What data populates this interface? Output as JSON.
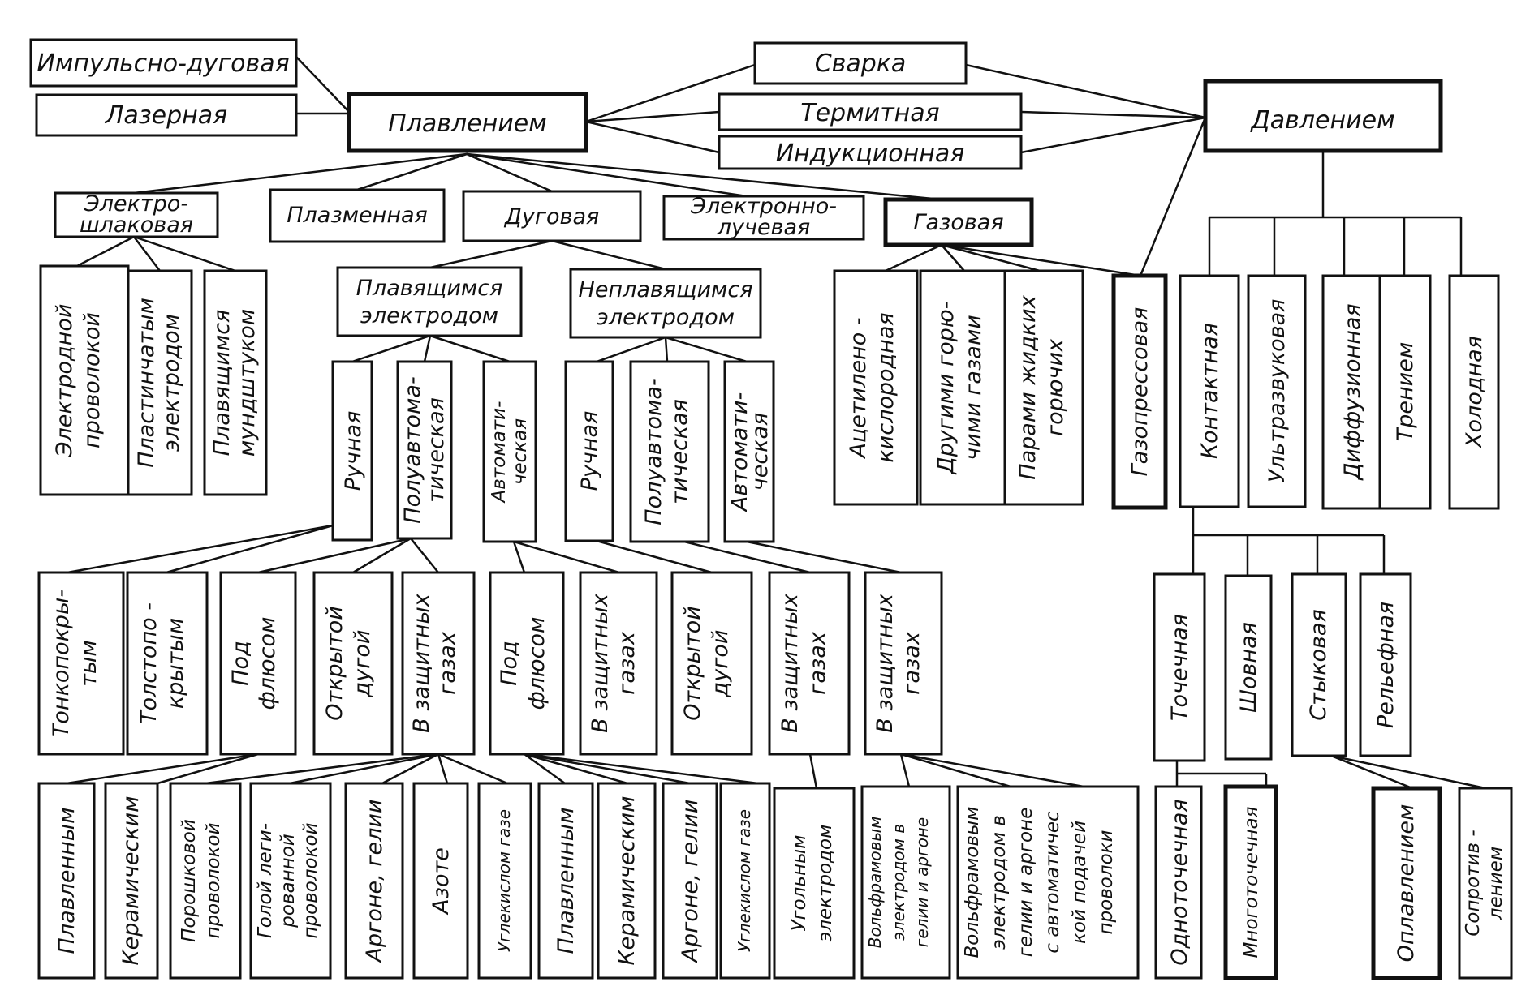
{
  "nodes": {
    "impulse_arc": "Импульсно-дуговая",
    "laser": "Лазерная",
    "fusion": "Плавлением",
    "welding": "Сварка",
    "thermit": "Термитная",
    "induction": "Индукционная",
    "pressure": "Давлением",
    "electroslag": [
      "Электро-",
      "шлаковая"
    ],
    "plasma": "Плазменная",
    "arc": "Дуговая",
    "electron_beam": [
      "Электронно-",
      "лучевая"
    ],
    "gas": "Газовая",
    "electroslag_wire": [
      "Электродной",
      "проволокой"
    ],
    "electroslag_plate": [
      "Пластинчатым",
      "электродом"
    ],
    "electroslag_nozzle": [
      "Плавящимся",
      "мундштуком"
    ],
    "consumable": [
      "Плавящимся",
      "электродом"
    ],
    "nonconsumable": [
      "Неплавящимся",
      "электродом"
    ],
    "c_manual": "Ручная",
    "c_semiauto": [
      "Полуавтома-",
      "тическая"
    ],
    "c_auto": [
      "Автомати-",
      "ческая"
    ],
    "n_manual": "Ручная",
    "n_semiauto": [
      "Полуавтома-",
      "тическая"
    ],
    "n_auto": [
      "Автомати-",
      "ческая"
    ],
    "g_acetylene": [
      "Ацетилено -",
      "кислородная"
    ],
    "g_other": [
      "Другими горю-",
      "чими газами"
    ],
    "g_vapors": [
      "Парами жидких",
      "горючих"
    ],
    "p_gaspress": "Газопрессовая",
    "p_contact": "Контактная",
    "p_ultrasonic": "Ультразвуковая",
    "p_diffusion": "Диффузионная",
    "p_friction": "Трением",
    "p_cold": "Холодная",
    "m3_thin": [
      "Тонкопокры-",
      "тым"
    ],
    "m3_thick": [
      "Толстопо -",
      "крытым"
    ],
    "m3_flux1": [
      "Под",
      "флюсом"
    ],
    "m3_open1": [
      "Открытой",
      "дугой"
    ],
    "m3_shield1": [
      "В защитных",
      "газах"
    ],
    "m3_flux2": [
      "Под",
      "флюсом"
    ],
    "m3_shield2": [
      "В защитных",
      "газах"
    ],
    "m3_open2": [
      "Открытой",
      "дугой"
    ],
    "m3_shield3": [
      "В защитных",
      "газах"
    ],
    "m3_shield4": [
      "В защитных",
      "газах"
    ],
    "c_spot": "Точечная",
    "c_seam": "Шовная",
    "c_butt": "Стыковая",
    "c_relief": "Рельефная",
    "l_fused1": "Плавленным",
    "l_ceramic1": "Керамическим",
    "l_powder": [
      "Порошковой",
      "проволокой"
    ],
    "l_bare": [
      "Голой леги-",
      "рованной",
      "проволокой"
    ],
    "l_argon1": "Аргоне, гелии",
    "l_nitrogen": "Азоте",
    "l_co2_1": "Углекислом газе",
    "l_fused2": "Плавленным",
    "l_ceramic2": "Керамическим",
    "l_argon2": "Аргоне, гелии",
    "l_co2_2": "Углекислом газе",
    "l_coal": [
      "Угольным",
      "электродом"
    ],
    "l_tungsten": [
      "Вольфрамовым",
      "электродом в",
      "гелии и аргоне"
    ],
    "l_tungsten_auto": [
      "Вольфрамовым",
      "электродом в",
      "гелии и аргоне",
      "с автоматичес",
      "кой подачей",
      "проволоки"
    ],
    "l_single": "Одноточечная",
    "l_multi": "Многоточечная",
    "l_flash": "Оплавлением",
    "l_resist": [
      "Сопротив -",
      "лением"
    ]
  }
}
